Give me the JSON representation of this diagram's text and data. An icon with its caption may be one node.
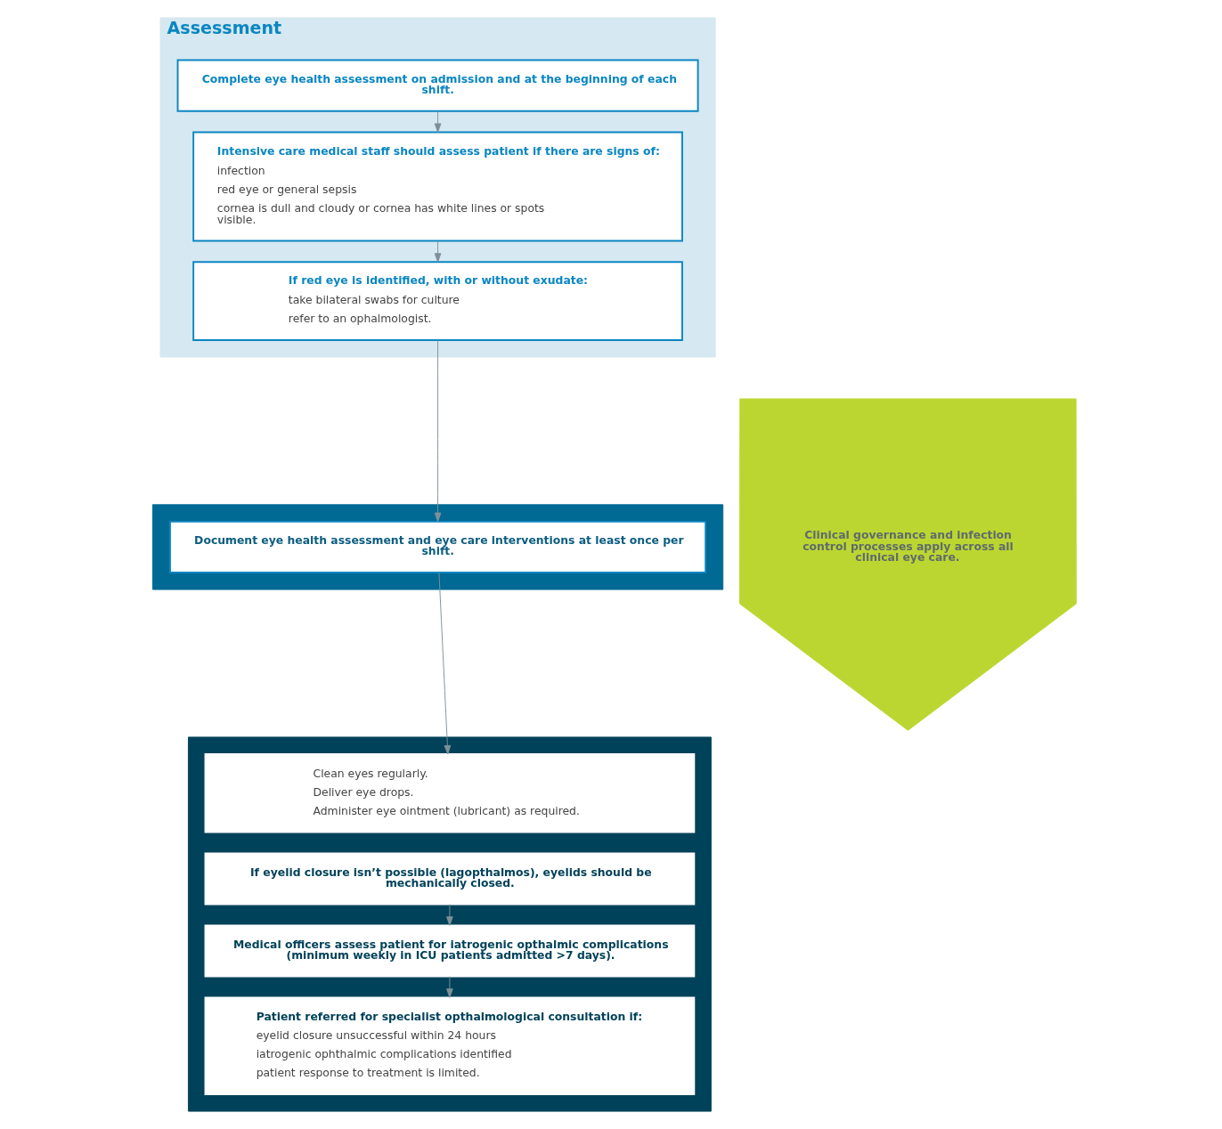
{
  "diagram": {
    "nodes": [
      {
        "text": [
          "Assessment"
        ]
      },
      {
        "text": [
          "Complete eye health assessment on admission and at the beginning of each shift."
        ],
        "in": 0
      },
      {
        "text": [
          "Intensive care medical staff should assess patient if there are signs of:",
          "infection",
          "red eye or general sepsis",
          "cornea is dull and cloudy or cornea has white lines or spots visible."
        ],
        "in": 0
      },
      {
        "text": [
          "If red eye is identified, with or without exudate:",
          "take bilateral swabs for culture",
          "refer to an ophalmologist."
        ],
        "in": 0
      },
      {
        "text": [],
        "shape": "box"
      },
      {
        "text": [
          "Document eye health assessment and eye care interventions at least once per shift."
        ],
        "in": 4
      },
      {
        "text": [],
        "shape": "box"
      },
      {
        "text": [
          "Clean eyes regularly.",
          "Deliver eye drops.",
          "Administer eye ointment (lubricant) as required."
        ],
        "in": 6
      },
      {
        "text": [
          "If eyelid closure isn’t possible (lagopthalmos), eyelids should be mechanically closed."
        ],
        "in": 6
      },
      {
        "text": [
          "Medical officers assess patient for iatrogenic opthalmic complications (minimum weekly in ICU patients admitted >7 days)."
        ],
        "in": 6
      },
      {
        "text": [
          "Patient referred for specialist opthalmological consultation if:",
          "eyelid closure unsuccessful within 24 hours",
          "iatrogenic ophthalmic complications identified",
          "patient response to treatment is limited."
        ],
        "in": 6
      },
      {
        "text": [
          "Clinical governance and infection control processes apply across all clinical eye care."
        ]
      }
    ],
    "edges": [
      {
        "from": 1,
        "to": 2,
        "arrow": "to"
      },
      {
        "from": 2,
        "to": 3,
        "arrow": "to"
      },
      {
        "from": 3,
        "to": 5,
        "arrow": "to"
      },
      {
        "from": 5,
        "to": 7,
        "arrow": "to"
      },
      {
        "from": 8,
        "to": 9,
        "arrow": "to"
      },
      {
        "from": 9,
        "to": 10,
        "arrow": "to"
      }
    ]
  }
}
